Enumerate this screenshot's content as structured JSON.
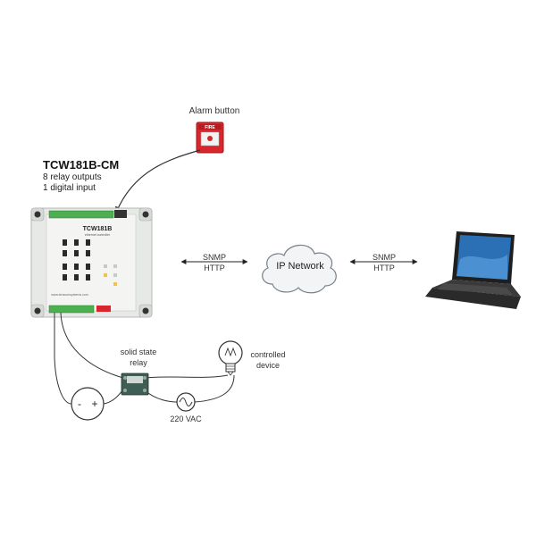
{
  "device": {
    "model": "TCW181B-CM",
    "features": [
      "8  relay outputs",
      "1  digital input"
    ],
    "panel_name": "TCW181B",
    "panel_subtitle": "ethernet controller",
    "panel_url": "www.teracomsystems.com"
  },
  "alarm": {
    "label": "Alarm button",
    "sign": "FIRE"
  },
  "protocols": {
    "left": {
      "line1": "SNMP",
      "line2": "HTTP"
    },
    "right": {
      "line1": "SNMP",
      "line2": "HTTP"
    }
  },
  "network": {
    "label": "IP Network"
  },
  "relay": {
    "line1": "solid state",
    "line2": "relay"
  },
  "load": {
    "line1": "controlled",
    "line2": "device"
  },
  "supply": {
    "label": "220 VAC"
  },
  "dc_source": {
    "minus": "-",
    "plus": "+"
  },
  "colors": {
    "enclosure": "#e7e9e6",
    "terminal_green": "#4caf50",
    "alarm_red": "#d8262c",
    "cloud_fill": "#f2f4f6",
    "laptop_screen": "#2b6fb4",
    "line": "#333333"
  }
}
